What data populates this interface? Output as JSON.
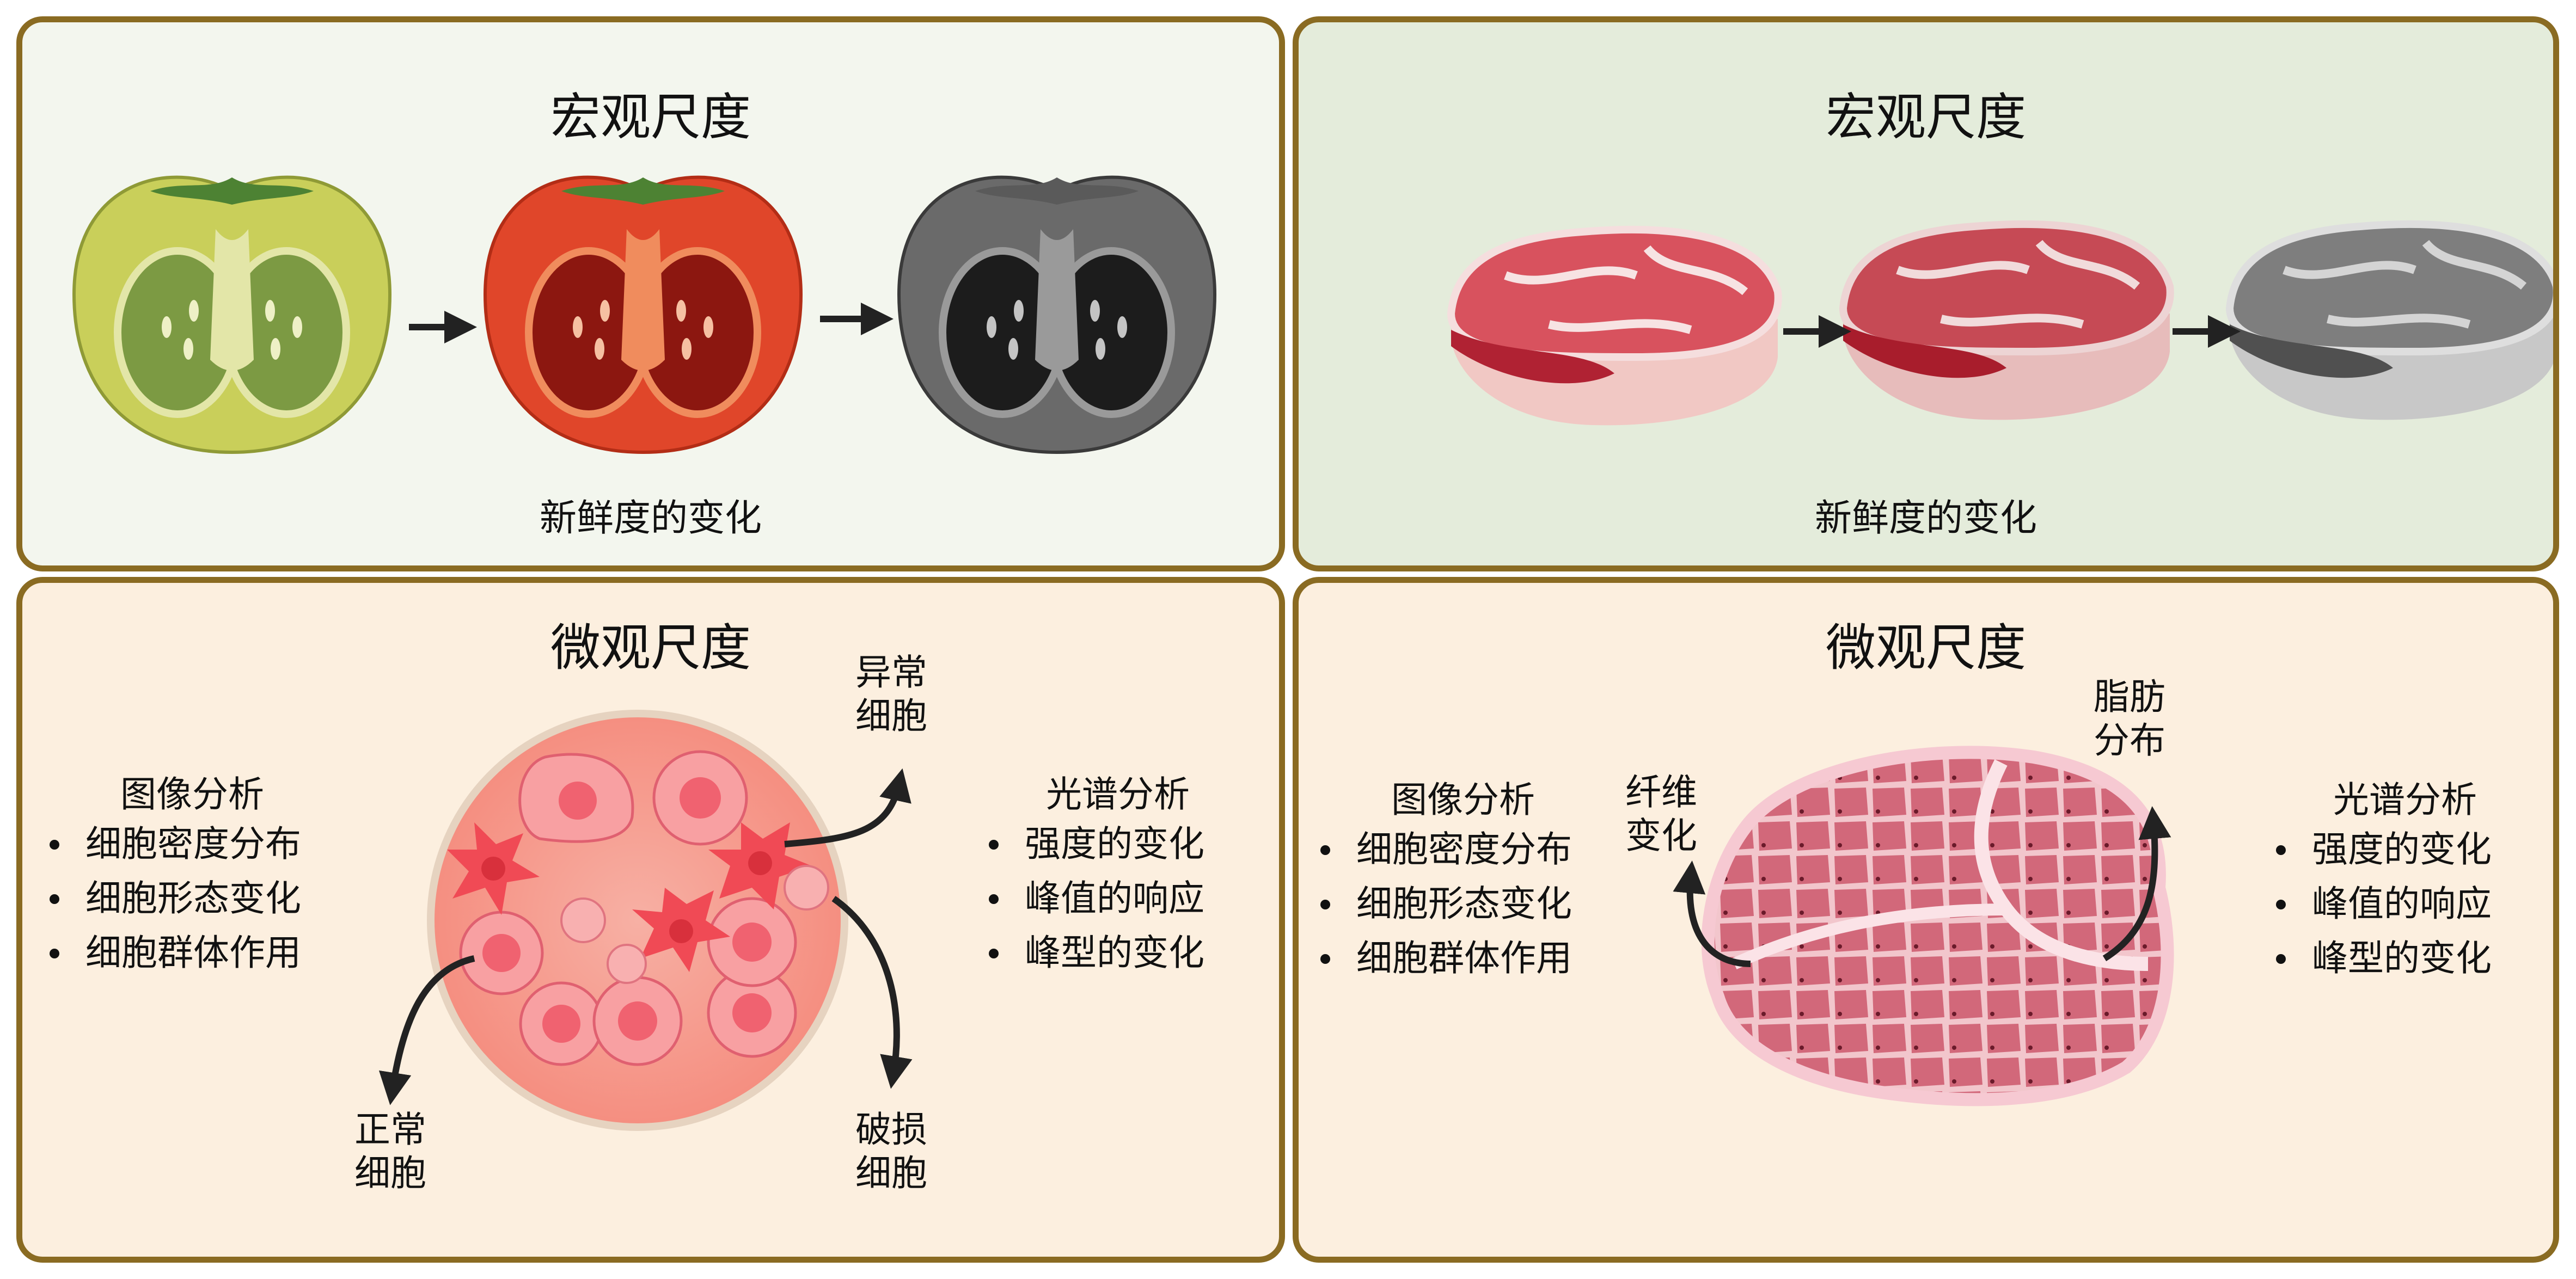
{
  "panels": {
    "tomato": {
      "title": "宏观尺度",
      "caption": "新鲜度的变化"
    },
    "meat": {
      "title": "宏观尺度",
      "caption": "新鲜度的变化"
    },
    "cells": {
      "title": "微观尺度",
      "image_analysis": {
        "heading": "图像分析",
        "items": [
          "细胞密度分布",
          "细胞形态变化",
          "细胞群体作用"
        ]
      },
      "spectral_analysis": {
        "heading": "光谱分析",
        "items": [
          "强度的变化",
          "峰值的响应",
          "峰型的变化"
        ]
      },
      "labels": {
        "abnormal": [
          "异常",
          "细胞"
        ],
        "normal": [
          "正常",
          "细胞"
        ],
        "damaged": [
          "破损",
          "细胞"
        ]
      }
    },
    "tissue": {
      "title": "微观尺度",
      "image_analysis": {
        "heading": "图像分析",
        "items": [
          "细胞密度分布",
          "细胞形态变化",
          "细胞群体作用"
        ]
      },
      "spectral_analysis": {
        "heading": "光谱分析",
        "items": [
          "强度的变化",
          "峰值的响应",
          "峰型的变化"
        ]
      },
      "labels": {
        "fat": [
          "脂肪",
          "分布"
        ],
        "fiber": [
          "纤维",
          "变化"
        ]
      }
    }
  },
  "colors": {
    "panel_border": "#8a6b22",
    "macro_tomato_bg": "#f3f6ee",
    "macro_meat_bg": "#e4ecdb",
    "micro_bg": "#fcefdf",
    "tomato_fresh": "#c9cf5a",
    "tomato_ripe": "#e0462a",
    "tomato_spoiled": "#6a6a6a",
    "meat_fresh": "#d8525e",
    "cell_disk": "#f6a193",
    "tissue": "#d2687a"
  }
}
